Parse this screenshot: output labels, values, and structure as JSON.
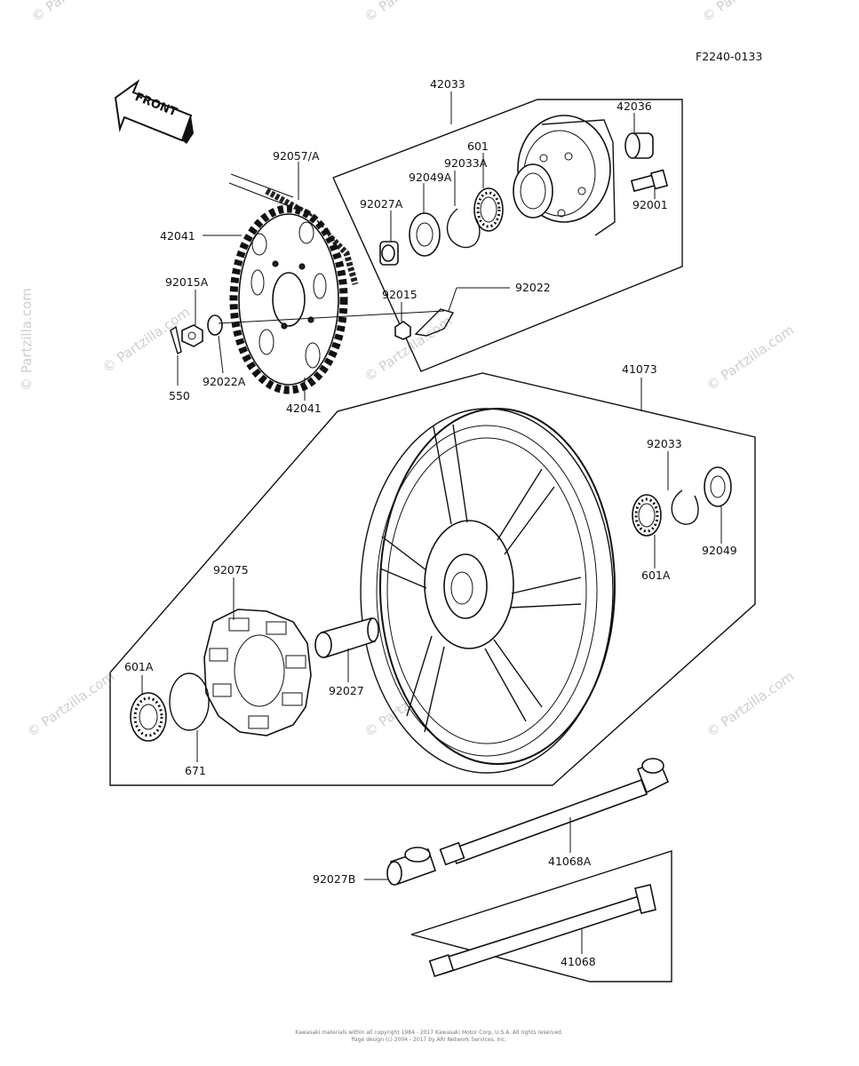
{
  "figure_code": "F2240-0133",
  "front_label": "FRONT",
  "watermark": "© Partzilla.com",
  "parts": {
    "p42033": "42033",
    "p42036": "42036",
    "p92057A": "92057/A",
    "p92033A": "92033A",
    "p601": "601",
    "p92049A": "92049A",
    "p92027A": "92027A",
    "p42041_top": "42041",
    "p42041_bottom": "42041",
    "p92001": "92001",
    "p92015A": "92015A",
    "p92015": "92015",
    "p92022": "92022",
    "p92022A": "92022A",
    "p550": "550",
    "p41073": "41073",
    "p92033": "92033",
    "p92049": "92049",
    "p601A_right": "601A",
    "p92075": "92075",
    "p601A_left": "601A",
    "p92027": "92027",
    "p671": "671",
    "p41068A": "41068A",
    "p92027B": "92027B",
    "p41068": "41068"
  },
  "footer": {
    "line1": "Kawasaki materials within all copyright 1984 - 2017 Kawasaki Motor Corp, U.S.A. All rights reserved.",
    "line2": "Page design (c) 2004 - 2017 by ARI Network Services, Inc."
  }
}
